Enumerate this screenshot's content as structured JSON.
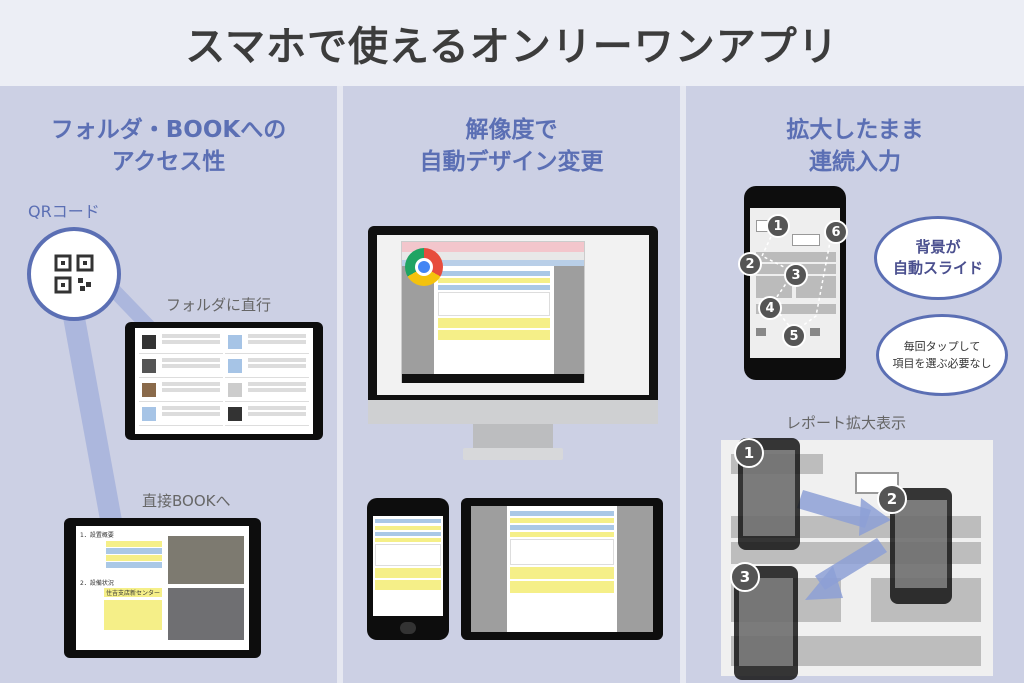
{
  "header": {
    "title": "スマホで使えるオンリーワンアプリ"
  },
  "panel1": {
    "title_line1": "フォルダ・BOOKへの",
    "title_line2": "アクセス性",
    "qr_label": "QRコード",
    "folder_label": "フォルダに直行",
    "book_label": "直接BOOKへ",
    "book_screen_items": [
      "1．設置概要",
      "2．設備状況",
      "住吉支店新センター"
    ]
  },
  "panel2": {
    "title_line1": "解像度で",
    "title_line2": "自動デザイン変更"
  },
  "panel3": {
    "title_line1": "拡大したまま",
    "title_line2": "連続入力",
    "bubble1_line1": "背景が",
    "bubble1_line2": "自動スライド",
    "bubble2_line1": "毎回タップして",
    "bubble2_line2": "項目を選ぶ必要なし",
    "report_label": "レポート拡大表示",
    "phone_steps": [
      "1",
      "2",
      "3",
      "4",
      "5",
      "6"
    ],
    "report_steps": [
      "1",
      "2",
      "3"
    ]
  },
  "colors": {
    "accent": "#5b6fb4",
    "panel_bg": "#ccd0e4",
    "header_bg": "#eceef5",
    "device": "#0d0d0d"
  }
}
